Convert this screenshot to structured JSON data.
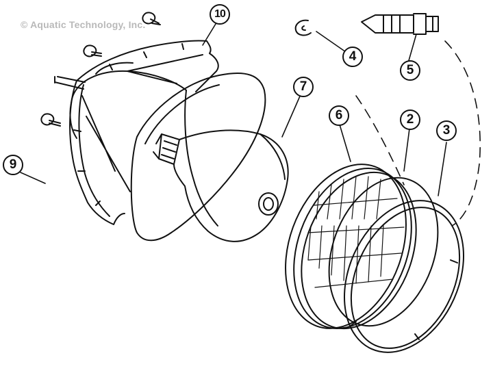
{
  "watermark": "© Aquatic Technology, Inc.",
  "callouts": {
    "c10": "10",
    "c7": "7",
    "c4": "4",
    "c5": "5",
    "c6": "6",
    "c2": "2",
    "c3": "3",
    "c9": "9"
  },
  "parts": [
    "housing-shell",
    "bulb",
    "lens-assembly",
    "lens-gasket",
    "retaining-ring",
    "e-clip",
    "pilot-screw",
    "mounting-screw"
  ]
}
